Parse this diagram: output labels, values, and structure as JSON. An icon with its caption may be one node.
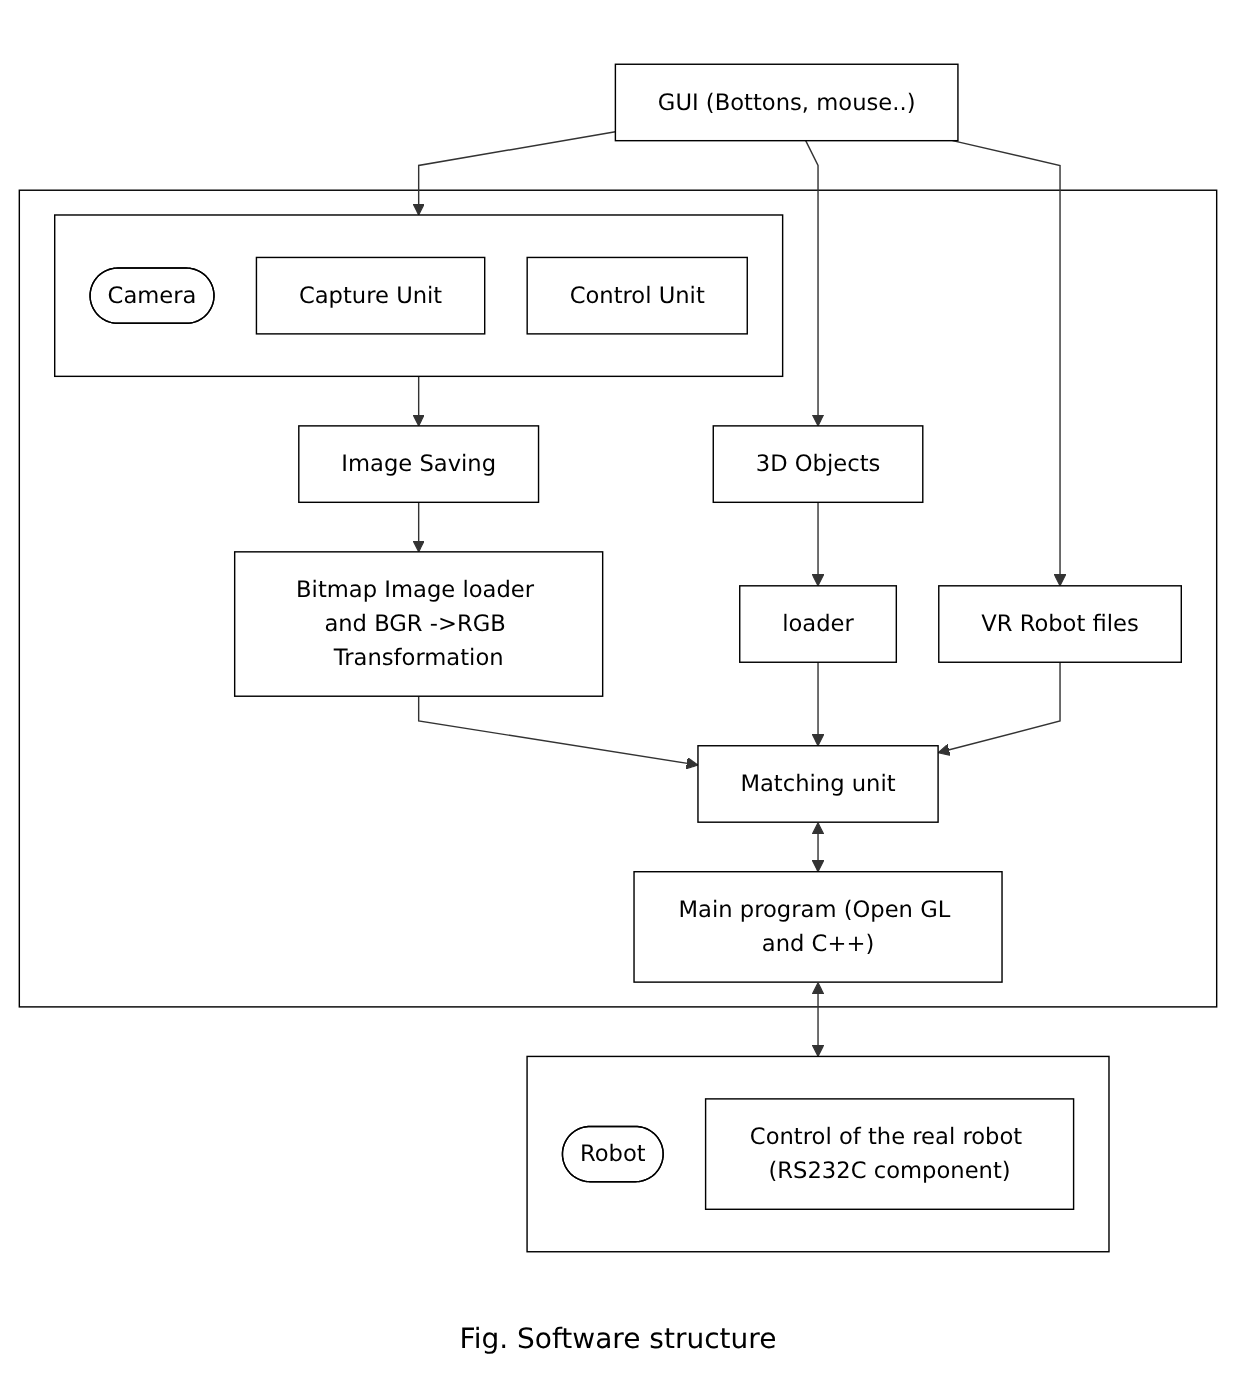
{
  "diagram": {
    "caption": "Fig. Software structure",
    "nodes": [
      {
        "text": [
          "GUI (Bottons, mouse..)"
        ]
      },
      {
        "text": [],
        "shape": "box"
      },
      {
        "text": [],
        "shape": "box",
        "in": 1
      },
      {
        "text": [
          "Camera"
        ],
        "in": 2
      },
      {
        "text": [
          "Capture Unit"
        ],
        "in": 2
      },
      {
        "text": [
          "Control Unit"
        ],
        "in": 2
      },
      {
        "text": [
          "3D Objects"
        ],
        "in": 1
      },
      {
        "text": [
          "VR Robot files"
        ],
        "in": 1
      },
      {
        "text": [
          "Image Saving"
        ],
        "in": 1
      },
      {
        "text": [
          "loader"
        ],
        "in": 1
      },
      {
        "text": [
          "Bitmap Image loader and BGR ->RGB Transformation"
        ],
        "in": 1
      },
      {
        "text": [
          "Matching unit"
        ],
        "in": 1
      },
      {
        "text": [
          "Main program (Open GL and C++)"
        ],
        "in": 1
      },
      {
        "text": [],
        "shape": "box"
      },
      {
        "text": [
          "Robot"
        ],
        "in": 13
      },
      {
        "text": [
          "Control of the real robot (RS232C component)"
        ],
        "in": 13
      }
    ],
    "edges": [
      {
        "from": 0,
        "to": 2,
        "arrow": "to"
      },
      {
        "from": 0,
        "to": 6,
        "arrow": "to"
      },
      {
        "from": 0,
        "to": 7,
        "arrow": "to"
      },
      {
        "from": 2,
        "to": 8,
        "arrow": "to"
      },
      {
        "from": 6,
        "to": 9,
        "arrow": "to"
      },
      {
        "from": 8,
        "to": 10,
        "arrow": "to"
      },
      {
        "from": 10,
        "to": 11,
        "arrow": "to"
      },
      {
        "from": 9,
        "to": 11,
        "arrow": "to"
      },
      {
        "from": 7,
        "to": 11,
        "arrow": "to"
      },
      {
        "from": 11,
        "to": 12,
        "arrow": "both"
      },
      {
        "from": 12,
        "to": 13,
        "arrow": "both"
      }
    ]
  }
}
